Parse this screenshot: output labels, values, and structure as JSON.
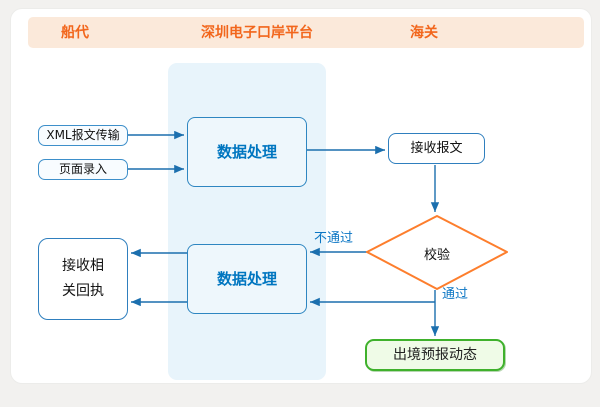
{
  "header": {
    "columns": [
      {
        "label": "船代"
      },
      {
        "label": "深圳电子口岸平台"
      },
      {
        "label": "海关"
      }
    ]
  },
  "nodes": {
    "xml_transfer": {
      "label": "XML报文传输"
    },
    "page_entry": {
      "label": "页面录入"
    },
    "data_process_1": {
      "label": "数据处理"
    },
    "receive_message": {
      "label": "接收报文"
    },
    "validate": {
      "label": "校验"
    },
    "data_process_2": {
      "label": "数据处理"
    },
    "receive_receipt": {
      "label": "接收相 关回执",
      "line1": "接收相",
      "line2": "关回执"
    },
    "exit_forecast": {
      "label": "出境预报动态"
    }
  },
  "edge_labels": {
    "fail": "不通过",
    "pass": "通过"
  },
  "colors": {
    "header_bg": "#fbe9da",
    "header_text": "#f2661c",
    "lane_bg": "#e8f4fb",
    "process_fill": "#eef7fc",
    "process_text": "#0076c0",
    "node_border_blue": "#2f7fbe",
    "arrow_blue": "#1b6fae",
    "diamond_border": "#fd7e2d",
    "terminal_fill": "#effbe7",
    "terminal_border": "#3fb12c",
    "edge_label_text": "#0b76c4"
  }
}
